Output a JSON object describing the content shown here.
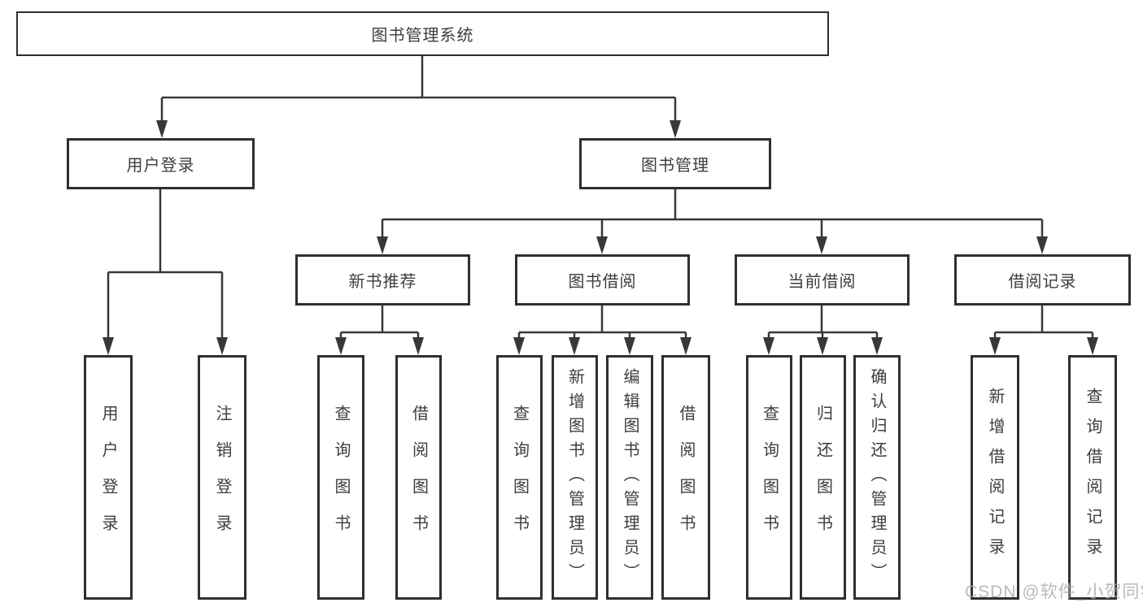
{
  "diagram": {
    "title": "图书管理系统",
    "level2": [
      {
        "label": "用户登录"
      },
      {
        "label": "图书管理"
      }
    ],
    "level3": [
      {
        "label": "新书推荐"
      },
      {
        "label": "图书借阅"
      },
      {
        "label": "当前借阅"
      },
      {
        "label": "借阅记录"
      }
    ],
    "leaves": [
      {
        "label": "用户登录"
      },
      {
        "label": "注销登录"
      },
      {
        "label": "查询图书"
      },
      {
        "label": "借阅图书"
      },
      {
        "label": "查询图书"
      },
      {
        "label": "新增图书（管理员）"
      },
      {
        "label": "编辑图书（管理员）"
      },
      {
        "label": "借阅图书"
      },
      {
        "label": "查询图书"
      },
      {
        "label": "归还图书"
      },
      {
        "label": "确认归还（管理员）"
      },
      {
        "label": "新增借阅记录"
      },
      {
        "label": "查询借阅记录"
      }
    ]
  },
  "watermark": {
    "text": "CSDN @软件_小贺同学"
  },
  "colors": {
    "line": "#383838",
    "box_border": "#2f2f2f",
    "box_fill": "#ffffff",
    "text": "#3d3d3d",
    "watermark": "#a8a8a8",
    "background": "#ffffff"
  }
}
